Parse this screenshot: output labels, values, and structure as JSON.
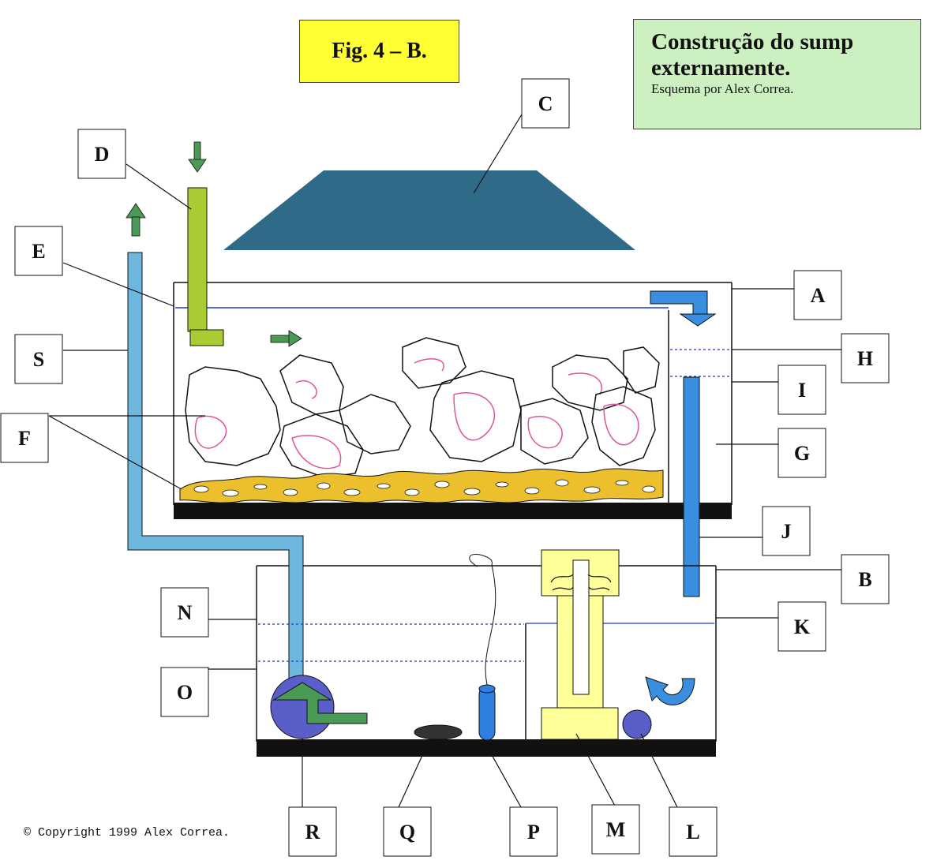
{
  "figure_label": "Fig. 4 – B.",
  "title": {
    "main": "Construção do sump\nexternamente.",
    "subtitle": "Esquema por Alex Correa."
  },
  "copyright": "© Copyright 1999 Alex Correa.",
  "labels": {
    "A": "A",
    "B": "B",
    "C": "C",
    "D": "D",
    "E": "E",
    "F": "F",
    "G": "G",
    "H": "H",
    "I": "I",
    "J": "J",
    "K": "K",
    "L": "L",
    "M": "M",
    "N": "N",
    "O": "O",
    "P": "P",
    "Q": "Q",
    "R": "R",
    "S": "S"
  },
  "colors": {
    "lid": "#2f6a88",
    "return_pipe": "#6eb8e0",
    "overflow_pipe": "#3a8ee0",
    "inflow_pipe": "#aacc33",
    "flow_arrow": "#4a9a55",
    "substrate": "#ecc02c",
    "rock_outline": "#e0559a",
    "tank_base": "#111111",
    "pump": "#5a5ec8",
    "heater": "#2f7fe0",
    "skimmer": "#ffff99",
    "water_line": "#1a3acc",
    "fig_box": "#ffff33",
    "title_box": "#ccf0c0"
  }
}
